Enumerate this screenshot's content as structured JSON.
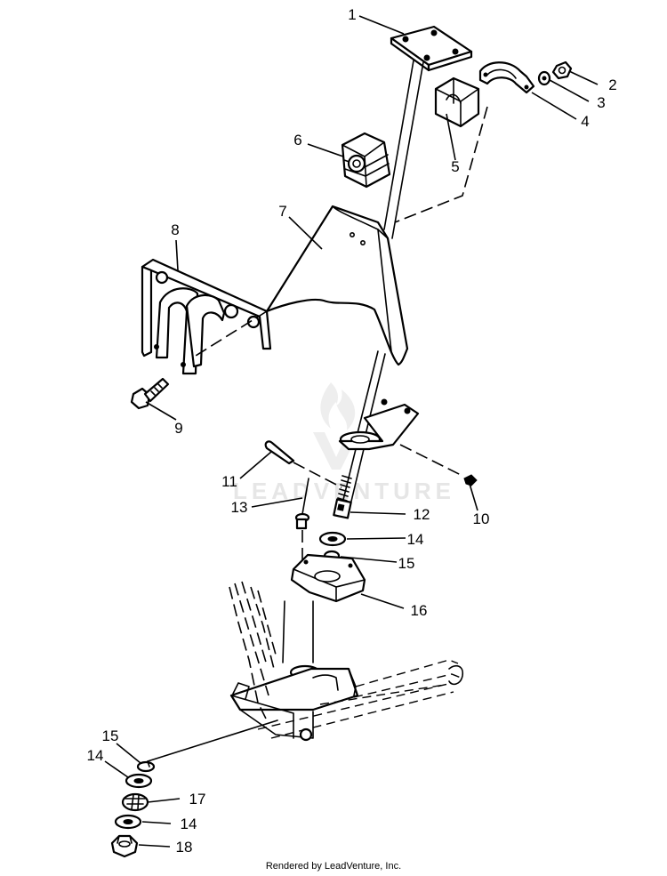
{
  "callouts": [
    {
      "id": "c1",
      "text": "1"
    },
    {
      "id": "c2",
      "text": "2"
    },
    {
      "id": "c3",
      "text": "3"
    },
    {
      "id": "c4",
      "text": "4"
    },
    {
      "id": "c5",
      "text": "5"
    },
    {
      "id": "c6",
      "text": "6"
    },
    {
      "id": "c7",
      "text": "7"
    },
    {
      "id": "c8",
      "text": "8"
    },
    {
      "id": "c9",
      "text": "9"
    },
    {
      "id": "c10",
      "text": "10"
    },
    {
      "id": "c11",
      "text": "11"
    },
    {
      "id": "c12",
      "text": "12"
    },
    {
      "id": "c13",
      "text": "13"
    },
    {
      "id": "c14a",
      "text": "14"
    },
    {
      "id": "c15a",
      "text": "15"
    },
    {
      "id": "c16",
      "text": "16"
    },
    {
      "id": "c15b",
      "text": "15"
    },
    {
      "id": "c14b",
      "text": "14"
    },
    {
      "id": "c17",
      "text": "17"
    },
    {
      "id": "c14c",
      "text": "14"
    },
    {
      "id": "c18",
      "text": "18"
    }
  ],
  "watermark": {
    "text": "LEADVENTURE"
  },
  "footer": {
    "text": "Rendered by LeadVenture, Inc."
  }
}
